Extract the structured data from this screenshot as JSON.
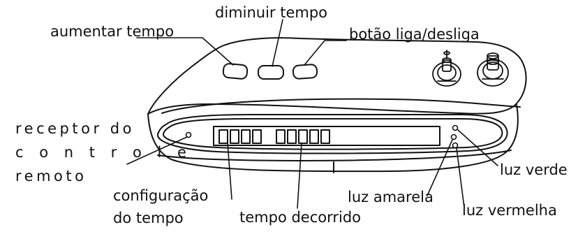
{
  "labels": {
    "aumentar_tempo": "aumentar tempo",
    "diminuir_tempo": "diminuir tempo",
    "botao_liga_desliga": "botão liga/desliga",
    "receptor_line1": "receptor do",
    "receptor_line2": "c o n t r o l e",
    "receptor_line3": "remoto",
    "configuracao_line1": "configuração",
    "configuracao_line2": "do tempo",
    "tempo_decorrido": "tempo decorrido",
    "luz_verde": "luz verde",
    "luz_amarela": "luz amarela",
    "luz_vermelha": "luz vermelha"
  },
  "colors": {
    "line": "#111111",
    "background": "#ffffff"
  }
}
